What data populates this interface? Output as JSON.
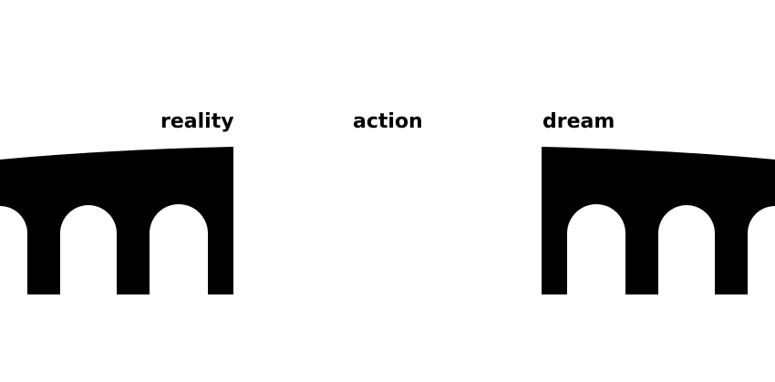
{
  "labels": {
    "left": "reality",
    "center": "action",
    "right": "dream"
  },
  "colors": {
    "background": "#ffffff",
    "ink": "#000000"
  }
}
